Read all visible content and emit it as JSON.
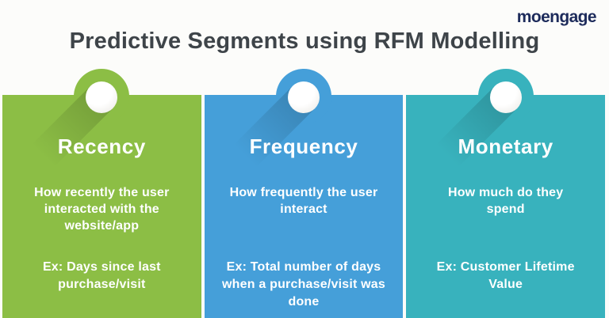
{
  "page": {
    "title": "Predictive Segments using RFM Modelling",
    "brand": "moengage",
    "colors": {
      "background": "#fcfcfa",
      "title_text": "#3e4449",
      "brand_text": "#1d2b5b",
      "card_text": "#ffffff"
    }
  },
  "cards": [
    {
      "title": "Recency",
      "description": "How recently the user interacted with the website/app",
      "example": "Ex: Days since last purchase/visit",
      "color": "#8cbe45"
    },
    {
      "title": "Frequency",
      "description": "How frequently the user interact",
      "example": "Ex: Total number of days when a purchase/visit was done",
      "color": "#459fd9"
    },
    {
      "title": "Monetary",
      "description": "How much do they spend",
      "example": "Ex: Customer Lifetime Value",
      "color": "#38b2bd"
    }
  ]
}
